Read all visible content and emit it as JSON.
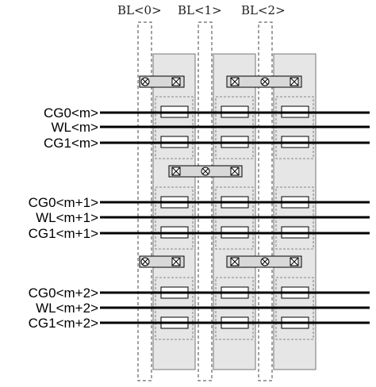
{
  "bit_lines": [
    {
      "label": "BL<0>"
    },
    {
      "label": "BL<1>"
    },
    {
      "label": "BL<2>"
    }
  ],
  "row_groups": [
    {
      "cg0": "CG0<m>",
      "wl": "WL<m>",
      "cg1": "CG1<m>"
    },
    {
      "cg0": "CG0<m+1>",
      "wl": "WL<m+1>",
      "cg1": "CG1<m+1>"
    },
    {
      "cg0": "CG0<m+2>",
      "wl": "WL<m+2>",
      "cg1": "CG1<m+2>"
    }
  ],
  "contact_symbols": {
    "via": "circle-x-symbol",
    "contact": "square-x-symbol"
  },
  "colors": {
    "line": "#000000",
    "cell_outline": "#555555",
    "cell_fill": "#dddddd",
    "bitline_dash": "#444444"
  }
}
